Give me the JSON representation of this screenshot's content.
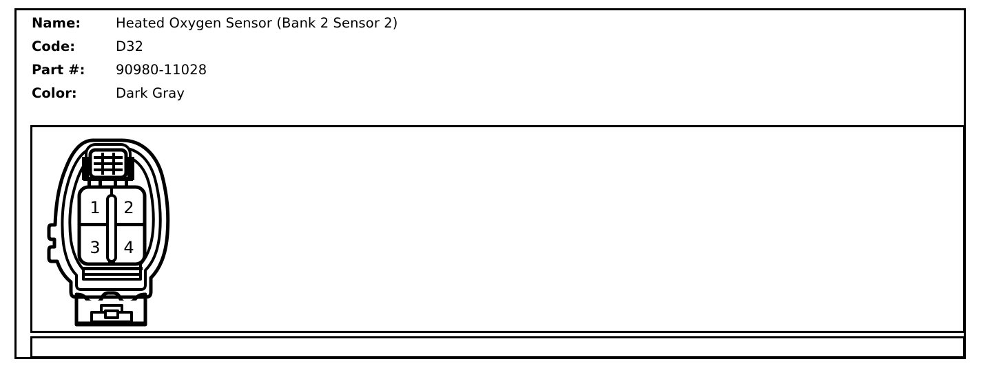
{
  "spec": {
    "fields": [
      {
        "label": "Name:",
        "value": "Heated Oxygen Sensor (Bank 2 Sensor 2)"
      },
      {
        "label": "Code:",
        "value": "D32"
      },
      {
        "label": "Part #:",
        "value": "90980-11028"
      },
      {
        "label": "Color:",
        "value": "Dark Gray"
      }
    ]
  },
  "diagram": {
    "connector": {
      "name": "4-way-connector-face-view",
      "cavity_count": 4,
      "pins": [
        {
          "number": "1",
          "position": "top-left"
        },
        {
          "number": "2",
          "position": "top-right"
        },
        {
          "number": "3",
          "position": "bottom-left"
        },
        {
          "number": "4",
          "position": "bottom-right"
        }
      ]
    }
  },
  "colors": {
    "ink": "#000000",
    "paper": "#ffffff"
  }
}
